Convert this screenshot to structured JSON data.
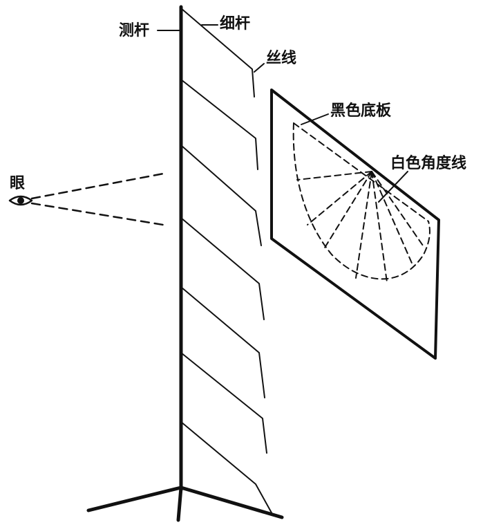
{
  "labels": {
    "measuring_rod": "测杆",
    "thin_rod": "细杆",
    "silk_thread": "丝线",
    "black_board": "黑色底板",
    "white_angle_lines": "白色角度线",
    "eye": "眼"
  },
  "colors": {
    "ink": "#111111",
    "background": "#ffffff"
  },
  "icons": [
    "eye-icon"
  ]
}
